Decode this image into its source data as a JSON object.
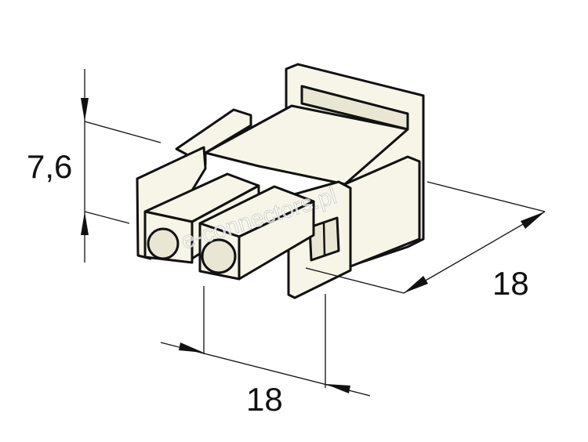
{
  "drawing": {
    "dimensions": {
      "height": "7,6",
      "width_front": "18",
      "depth_side": "18"
    },
    "watermark": "e-connectors.pl",
    "colors": {
      "part_fill": "#f7f5e8",
      "outline": "#111111"
    }
  }
}
